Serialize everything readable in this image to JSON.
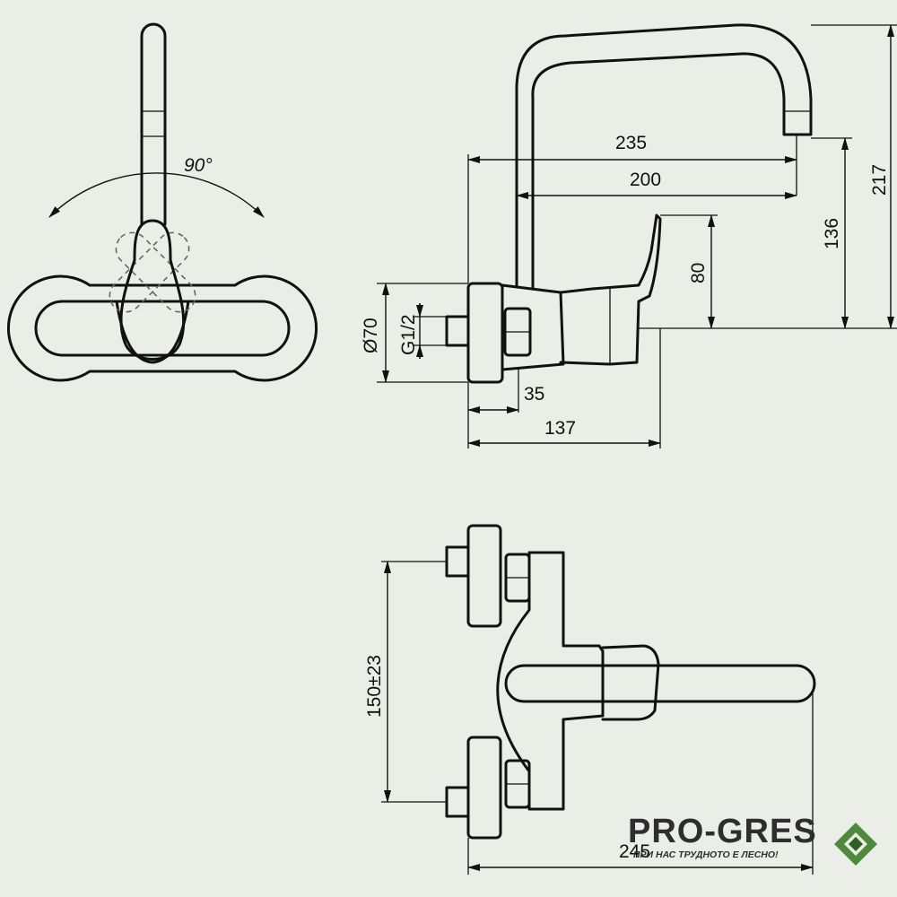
{
  "drawing": {
    "front_view": {
      "angle_label": "90°"
    },
    "side_view": {
      "dim_spout_reach_total": "235",
      "dim_spout_reach": "200",
      "dim_total_height": "217",
      "dim_spout_outlet_height": "136",
      "dim_lever_height": "80",
      "dim_flange_diameter": "Ø70",
      "dim_thread": "G1/2",
      "dim_connector_depth": "35",
      "dim_body_depth": "137"
    },
    "top_view": {
      "dim_center_distance": "150±23",
      "dim_total_length": "245"
    }
  },
  "brand": {
    "name": "PRO-GRES",
    "tagline": "ПРИ НАС ТРУДНОТО Е ЛЕСНО!",
    "colors": {
      "text": "#2e2e2e",
      "mark": "#4f8a3c",
      "mark_dark": "#2f5e22"
    }
  }
}
